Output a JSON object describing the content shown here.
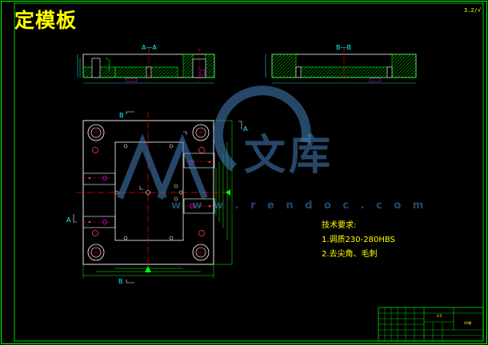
{
  "title": "定模板",
  "corner_tag": "3.2/√",
  "sections": {
    "aa_label": "A—A",
    "bb_label": "B—B",
    "b_marker_top": "B",
    "b_marker_bottom": "B",
    "a_marker_right": "A",
    "a_marker_left": "A"
  },
  "tech_notes": {
    "heading": "技术要求:",
    "line1": "1.调质230-280HBS",
    "line2": "2.去尖角、毛刺"
  },
  "watermark": {
    "brand": "文库",
    "url": "w w w . r e n d o c . c o m"
  },
  "title_block": {
    "scale": "4:5",
    "material": "45钢"
  },
  "colors": {
    "background": "#000000",
    "border": "#00ff00",
    "outline": "#ffffff",
    "center_line": "#ff0000",
    "dimension": "#00ffff",
    "hatch": "#00ff00",
    "hole": "#ff00ff",
    "text": "#ffff00",
    "watermark": "#4682be"
  }
}
